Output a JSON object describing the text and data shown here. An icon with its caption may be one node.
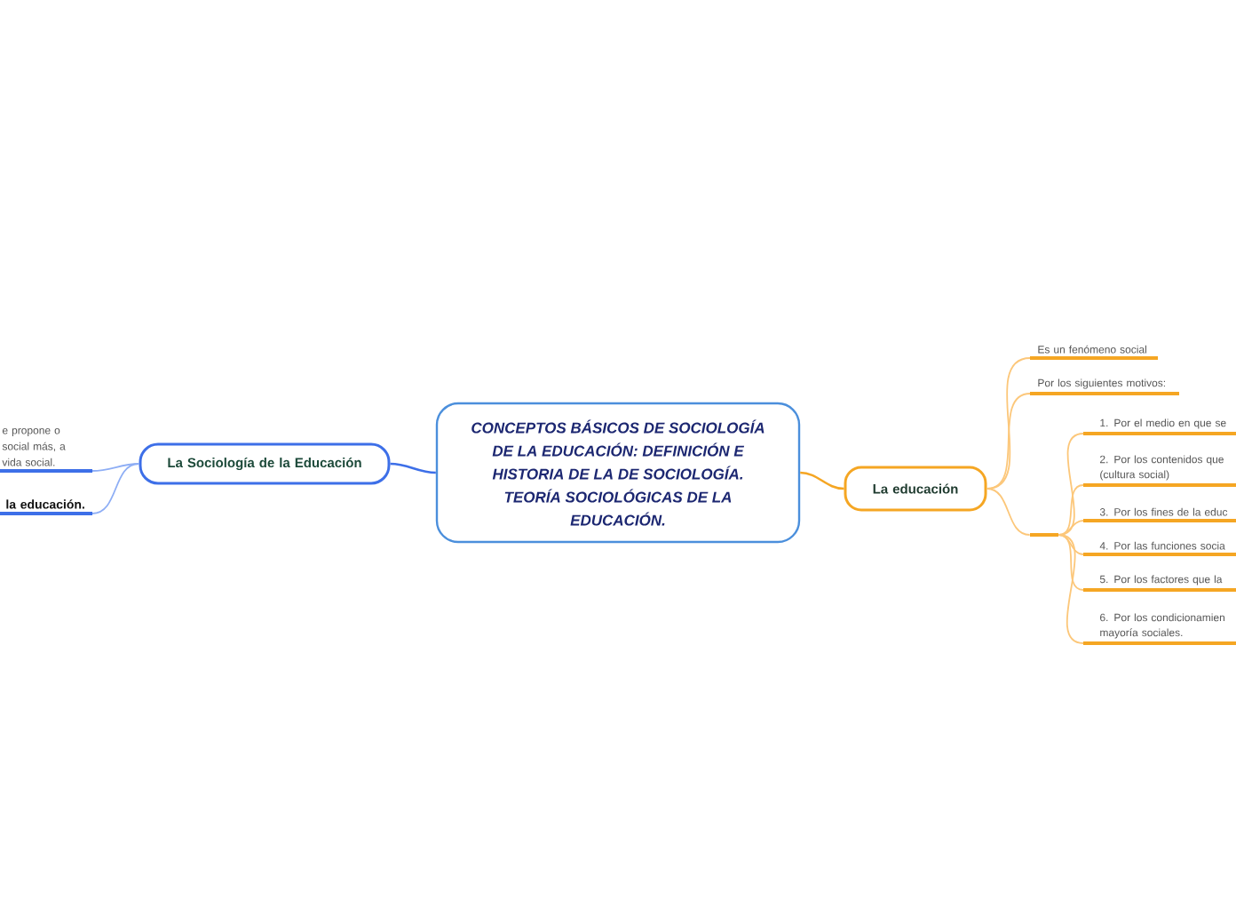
{
  "diagram": {
    "nodes": [
      {
        "text": [
          "CONCEPTOS BÁSICOS DE SOCIOLOGÍA DE LA EDUCACIÓN: DEFINICIÓN E HISTORIA DE LA DE SOCIOLOGÍA. TEORÍA SOCIOLÓGICAS DE LA EDUCACIÓN."
        ]
      },
      {
        "text": [
          "La Sociología de la Educación"
        ]
      },
      {
        "text": [
          "e propone o social más, a vida social."
        ]
      },
      {
        "text": [
          "la educación."
        ]
      },
      {
        "text": [
          "La educación"
        ]
      },
      {
        "text": [
          "Es un fenómeno social"
        ]
      },
      {
        "text": [
          "Por los siguientes motivos:"
        ]
      },
      {
        "text": [],
        "shape": "bar"
      },
      {
        "text": [
          "1. Por el medio en que se"
        ]
      },
      {
        "text": [
          "2. Por los contenidos que (cultura social)"
        ]
      },
      {
        "text": [
          "3. Por los fines de la educ"
        ]
      },
      {
        "text": [
          "4. Por las funciones socia"
        ]
      },
      {
        "text": [
          "5. Por los factores que la"
        ]
      },
      {
        "text": [
          "6. Por los condicionamien mayoría sociales."
        ]
      }
    ],
    "edges": [
      {
        "from": 0,
        "to": 1,
        "arrow": "none",
        "color": "#3d6fe8"
      },
      {
        "from": 1,
        "to": 2,
        "arrow": "none",
        "color": "#8eaef5"
      },
      {
        "from": 1,
        "to": 3,
        "arrow": "none",
        "color": "#8eaef5"
      },
      {
        "from": 0,
        "to": 4,
        "arrow": "none",
        "color": "#f5a623"
      },
      {
        "from": 4,
        "to": 5,
        "arrow": "none"
      },
      {
        "from": 4,
        "to": 6,
        "arrow": "none"
      },
      {
        "from": 4,
        "to": 7,
        "arrow": "none"
      },
      {
        "from": 7,
        "to": 8,
        "arrow": "none"
      },
      {
        "from": 7,
        "to": 9,
        "arrow": "none"
      },
      {
        "from": 7,
        "to": 10,
        "arrow": "none"
      },
      {
        "from": 7,
        "to": 11,
        "arrow": "none"
      },
      {
        "from": 7,
        "to": 12,
        "arrow": "none"
      },
      {
        "from": 7,
        "to": 13,
        "arrow": "none"
      }
    ]
  }
}
